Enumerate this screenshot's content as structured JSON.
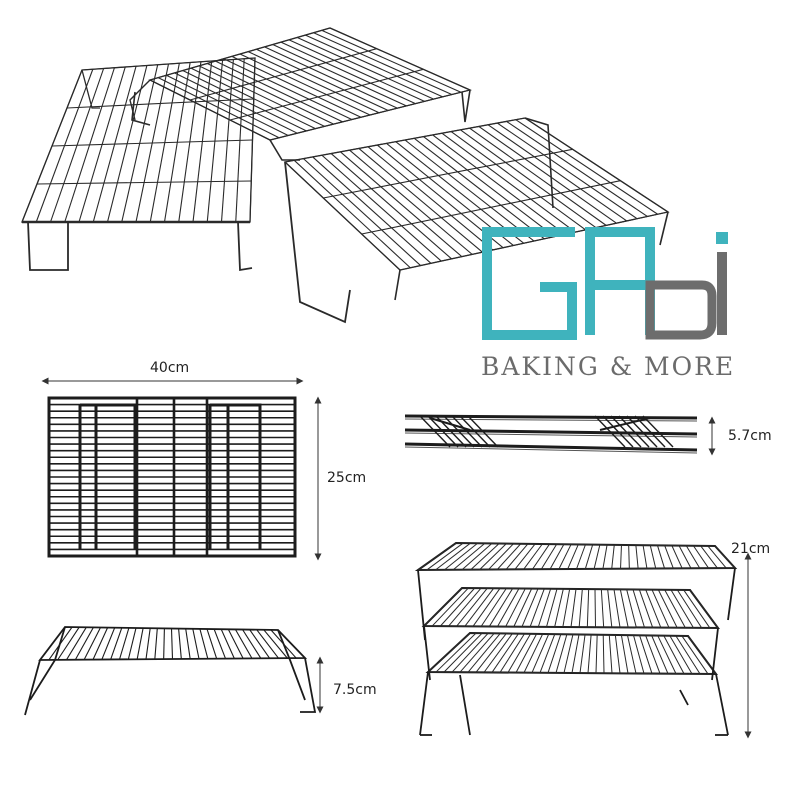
{
  "brand": {
    "logo_text": "GABi",
    "tagline": "BAKING & MORE",
    "colors": {
      "teal": "#3fb3bd",
      "gray": "#6d6d6d"
    }
  },
  "dimensions": {
    "width": "40cm",
    "depth": "25cm",
    "folded_height": "5.7cm",
    "single_height": "7.5cm",
    "stacked_height": "21cm"
  },
  "colors": {
    "wire_dark": "#1c1c1c",
    "wire_light": "#3a3a3a"
  }
}
